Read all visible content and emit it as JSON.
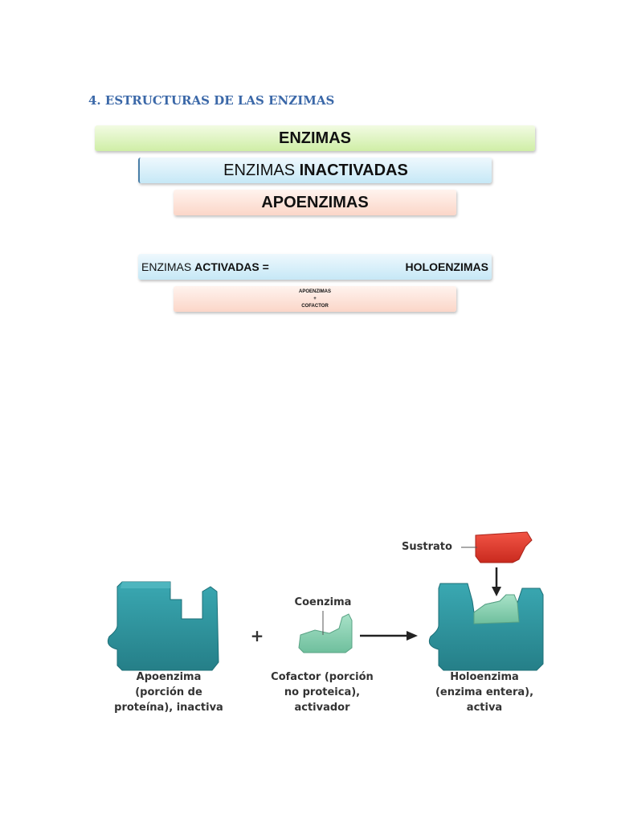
{
  "heading": "4. ESTRUCTURAS DE LAS ENZIMAS",
  "hierarchy": {
    "level1": "ENZIMAS",
    "level2_prefix": "ENZIMAS ",
    "level2_bold": "INACTIVADAS",
    "level3": "APOENZIMAS"
  },
  "activated": {
    "prefix": "ENZIMAS ",
    "bold": "ACTIVADAS =",
    "result": "HOLOENZIMAS",
    "sub_line1": "APOENZIMAS",
    "sub_line2": "+",
    "sub_line3": "COFACTOR"
  },
  "diagram": {
    "sustrato": "Sustrato",
    "coenzima": "Coenzima",
    "plus": "+",
    "apoenzima": [
      "Apoenzima",
      "(porción de",
      "proteína), inactiva"
    ],
    "cofactor": [
      "Cofactor (porción",
      "no proteica),",
      "activador"
    ],
    "holoenzima": [
      "Holoenzima",
      "(enzima entera),",
      "activa"
    ],
    "colors": {
      "enzyme": "#2e96a0",
      "cofactor": "#8fd3b5",
      "substrate": "#e23a2c"
    }
  }
}
